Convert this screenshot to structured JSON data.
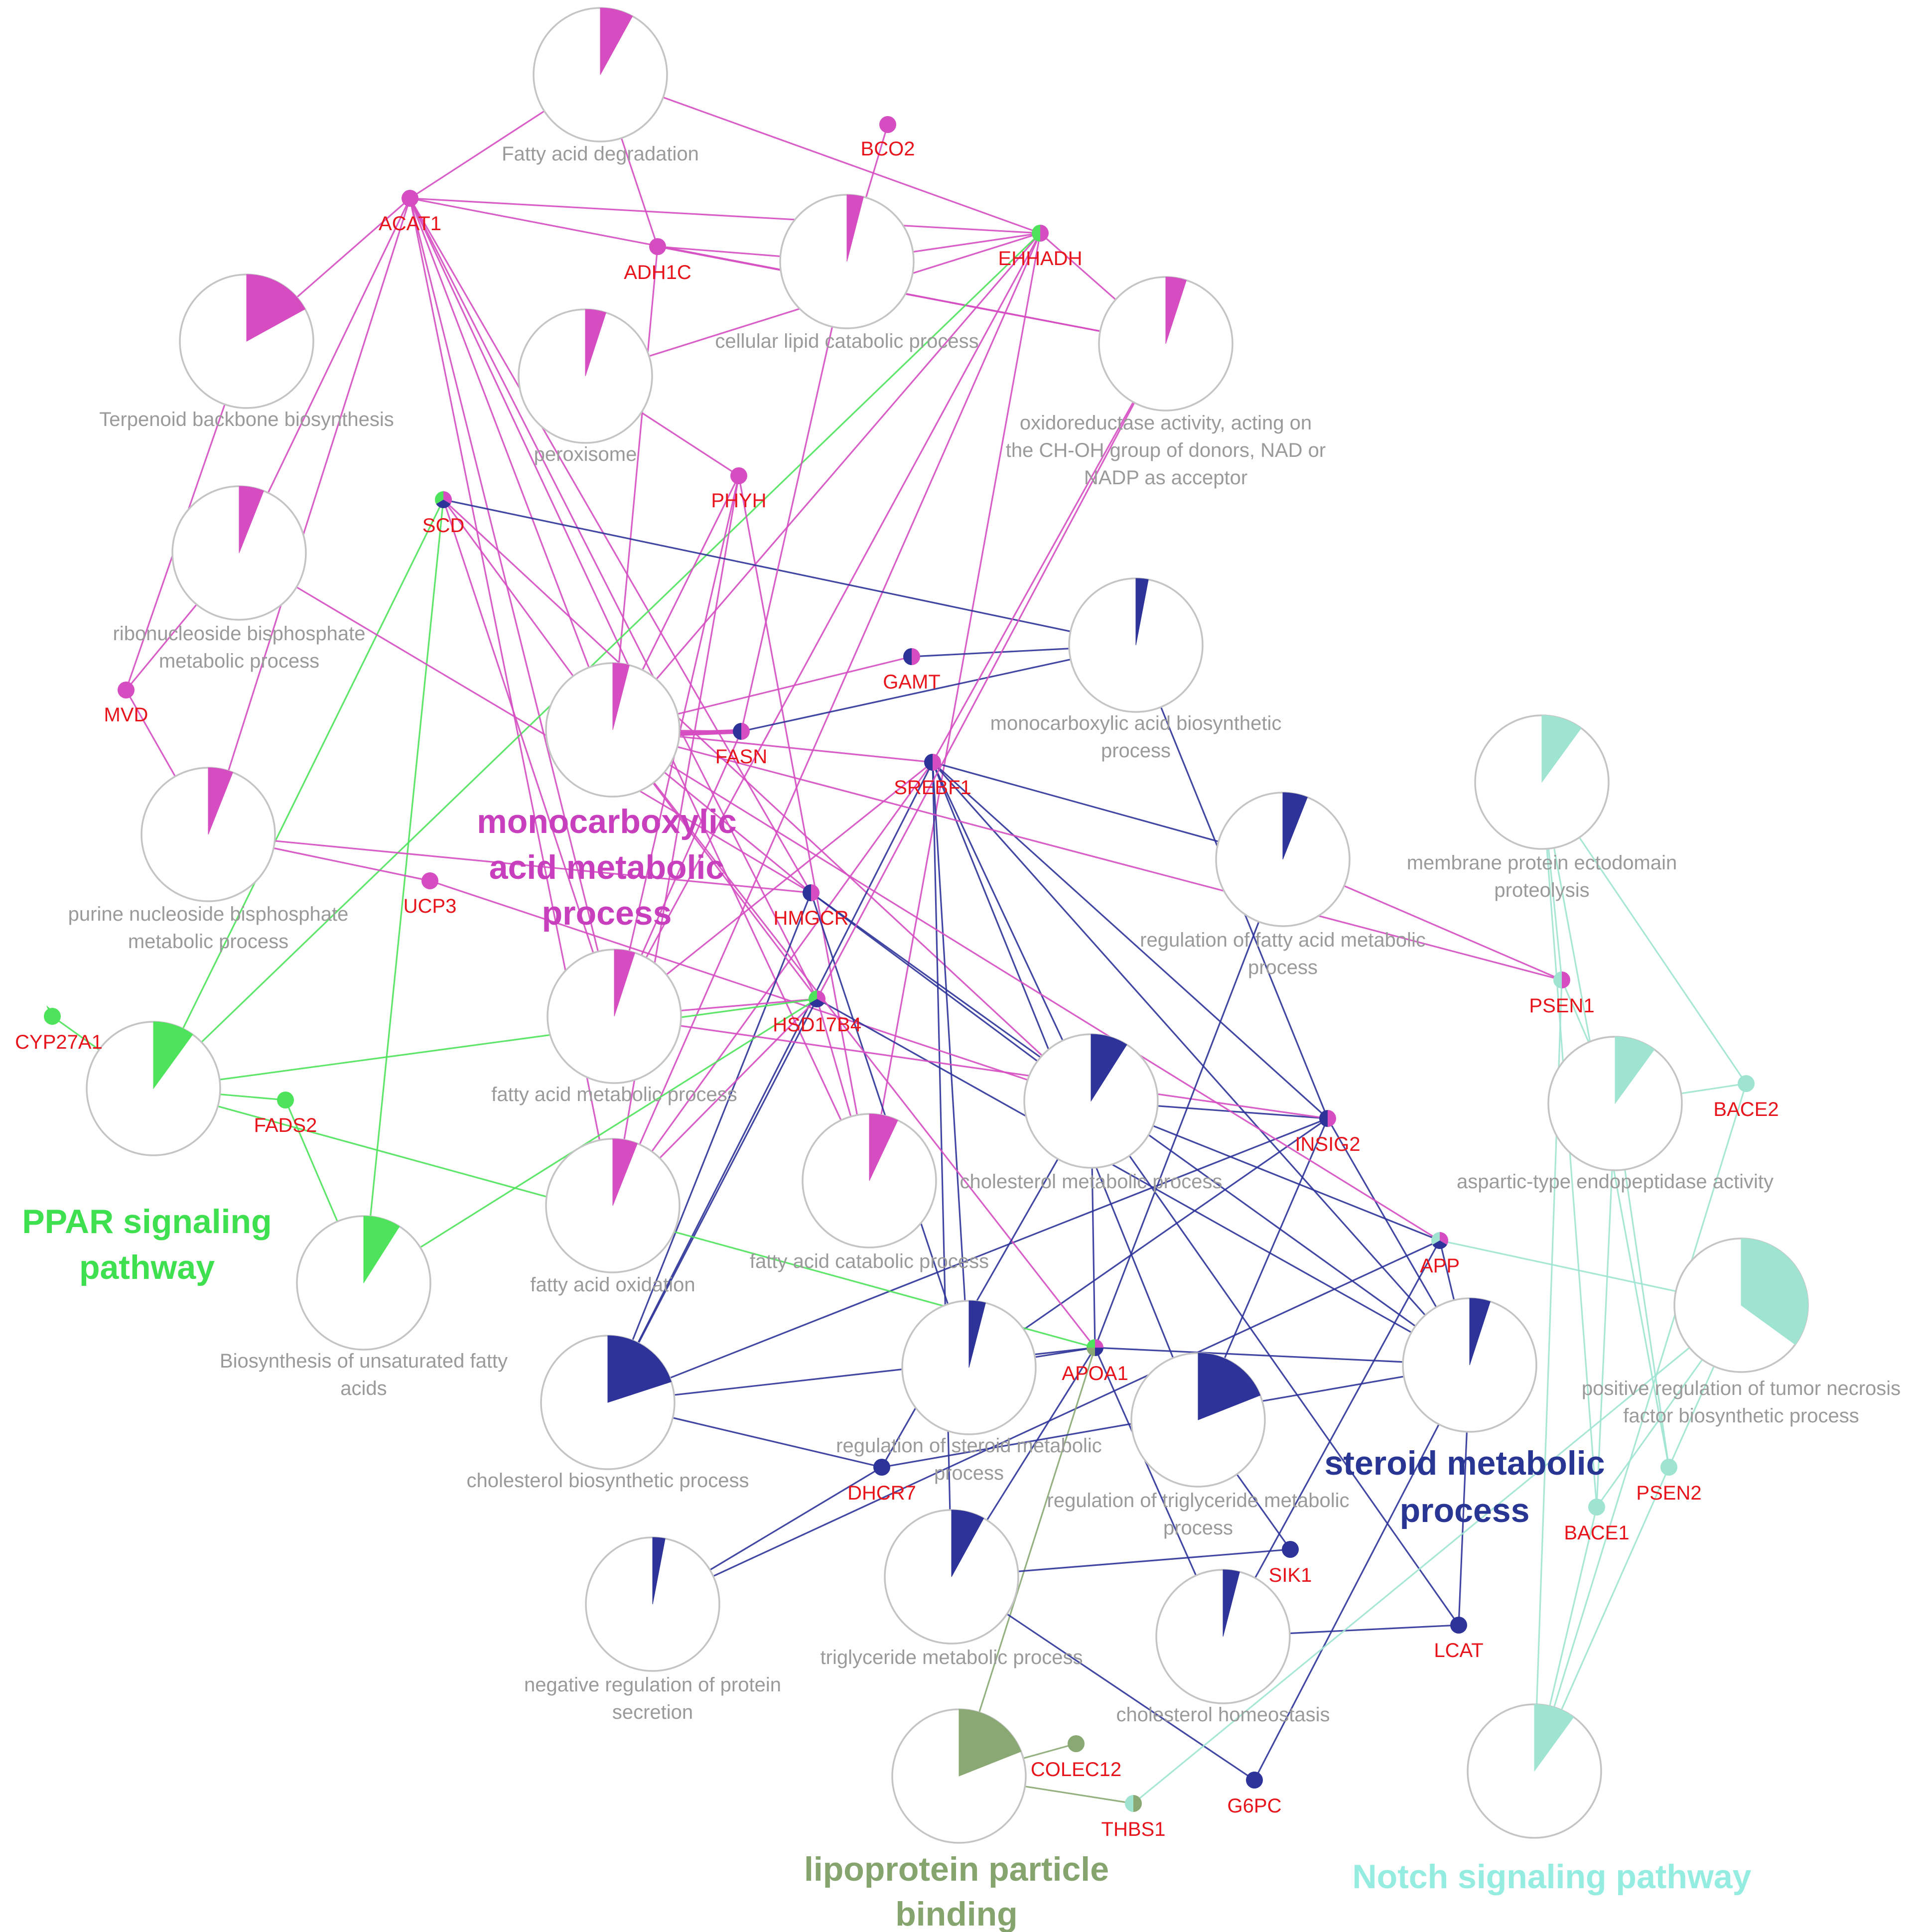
{
  "colors": {
    "magenta": "#d54dc1",
    "navy": "#2e3399",
    "green": "#4de35a",
    "olive": "#8aa873",
    "teal": "#9fe4d0",
    "gene_label": "#e8141c",
    "term_label": "#9a9a9a"
  },
  "clusters": [
    {
      "id": "mono",
      "lines": [
        "monocarboxylic",
        "acid metabolic",
        "process"
      ],
      "color": "#c83fbe"
    },
    {
      "id": "ppar",
      "lines": [
        "PPAR signaling",
        "pathway"
      ],
      "color": "#3fe04f"
    },
    {
      "id": "steroid",
      "lines": [
        "steroid metabolic",
        "process"
      ],
      "color": "#283593"
    },
    {
      "id": "lipo",
      "lines": [
        "lipoprotein particle",
        "binding"
      ],
      "color": "#86a46e"
    },
    {
      "id": "notch",
      "lines": [
        "Notch signaling pathway"
      ],
      "color": "#95ece0"
    }
  ],
  "terms": [
    {
      "id": "fad",
      "lines": [
        "Fatty acid degradation"
      ],
      "color": "magenta",
      "frac": 0.08
    },
    {
      "id": "terp",
      "lines": [
        "Terpenoid backbone biosynthesis"
      ],
      "color": "magenta",
      "frac": 0.17
    },
    {
      "id": "perox",
      "lines": [
        "peroxisome"
      ],
      "color": "magenta",
      "frac": 0.05
    },
    {
      "id": "cellcat",
      "lines": [
        "cellular lipid catabolic process"
      ],
      "color": "magenta",
      "frac": 0.04
    },
    {
      "id": "oxido",
      "lines": [
        "oxidoreductase activity, acting on",
        "the CH-OH group of donors, NAD or",
        "NADP as acceptor"
      ],
      "color": "magenta",
      "frac": 0.05
    },
    {
      "id": "ribo",
      "lines": [
        "ribonucleoside bisphosphate",
        "metabolic process"
      ],
      "color": "magenta",
      "frac": 0.06
    },
    {
      "id": "monoproc",
      "lines": [],
      "color": "magenta",
      "frac": 0.04
    },
    {
      "id": "purine",
      "lines": [
        "purine nucleoside bisphosphate",
        "metabolic process"
      ],
      "color": "magenta",
      "frac": 0.06
    },
    {
      "id": "fam",
      "lines": [
        "fatty acid metabolic process"
      ],
      "color": "magenta",
      "frac": 0.05
    },
    {
      "id": "fox",
      "lines": [
        "fatty acid oxidation"
      ],
      "color": "magenta",
      "frac": 0.06
    },
    {
      "id": "facat",
      "lines": [
        "fatty acid catabolic process"
      ],
      "color": "magenta",
      "frac": 0.07
    },
    {
      "id": "ppar",
      "lines": [],
      "color": "green",
      "frac": 0.1
    },
    {
      "id": "unsat",
      "lines": [
        "Biosynthesis of unsaturated fatty",
        "acids"
      ],
      "color": "green",
      "frac": 0.09
    },
    {
      "id": "monobio",
      "lines": [
        "monocarboxylic acid biosynthetic",
        "process"
      ],
      "color": "navy",
      "frac": 0.03
    },
    {
      "id": "regfa",
      "lines": [
        "regulation of fatty acid metabolic",
        "process"
      ],
      "color": "navy",
      "frac": 0.06
    },
    {
      "id": "chol",
      "lines": [
        "cholesterol metabolic process"
      ],
      "color": "navy",
      "frac": 0.09
    },
    {
      "id": "cholbio",
      "lines": [
        "cholesterol biosynthetic process"
      ],
      "color": "navy",
      "frac": 0.2
    },
    {
      "id": "regster",
      "lines": [
        "regulation of steroid metabolic",
        "process"
      ],
      "color": "navy",
      "frac": 0.04
    },
    {
      "id": "regtri",
      "lines": [
        "regulation of triglyceride metabolic",
        "process"
      ],
      "color": "navy",
      "frac": 0.19
    },
    {
      "id": "steroid",
      "lines": [],
      "color": "navy",
      "frac": 0.05
    },
    {
      "id": "negprot",
      "lines": [
        "negative regulation of protein",
        "secretion"
      ],
      "color": "navy",
      "frac": 0.03
    },
    {
      "id": "tri",
      "lines": [
        "triglyceride metabolic process"
      ],
      "color": "navy",
      "frac": 0.08
    },
    {
      "id": "cholhom",
      "lines": [
        "cholesterol homeostasis"
      ],
      "color": "navy",
      "frac": 0.04
    },
    {
      "id": "lipo",
      "lines": [],
      "color": "olive",
      "frac": 0.19
    },
    {
      "id": "memprot",
      "lines": [
        "membrane protein ectodomain",
        "proteolysis"
      ],
      "color": "teal",
      "frac": 0.1
    },
    {
      "id": "aspart",
      "lines": [
        "aspartic-type endopeptidase activity"
      ],
      "color": "teal",
      "frac": 0.1
    },
    {
      "id": "tnf",
      "lines": [
        "positive regulation of tumor necrosis",
        "factor biosynthetic process"
      ],
      "color": "teal",
      "frac": 0.35
    },
    {
      "id": "notch",
      "lines": [],
      "color": "teal",
      "frac": 0.1
    }
  ],
  "genes": [
    {
      "id": "BCO2",
      "label": "BCO2",
      "colors": [
        "magenta"
      ]
    },
    {
      "id": "ACAT1",
      "label": "ACAT1",
      "colors": [
        "magenta"
      ]
    },
    {
      "id": "ADH1C",
      "label": "ADH1C",
      "colors": [
        "magenta"
      ]
    },
    {
      "id": "EHHADH",
      "label": "EHHADH",
      "colors": [
        "magenta",
        "green"
      ]
    },
    {
      "id": "PHYH",
      "label": "PHYH",
      "colors": [
        "magenta"
      ]
    },
    {
      "id": "SCD",
      "label": "SCD",
      "colors": [
        "magenta",
        "navy",
        "green"
      ]
    },
    {
      "id": "MVD",
      "label": "MVD",
      "colors": [
        "magenta"
      ]
    },
    {
      "id": "GAMT",
      "label": "GAMT",
      "colors": [
        "magenta",
        "navy"
      ]
    },
    {
      "id": "FASN",
      "label": "FASN",
      "colors": [
        "magenta",
        "navy"
      ]
    },
    {
      "id": "SREBF1",
      "label": "SREBF1",
      "colors": [
        "magenta",
        "navy"
      ]
    },
    {
      "id": "UCP3",
      "label": "UCP3",
      "colors": [
        "magenta"
      ]
    },
    {
      "id": "HMGCR",
      "label": "HMGCR",
      "colors": [
        "magenta",
        "navy"
      ]
    },
    {
      "id": "HSD17B4",
      "label": "HSD17B4",
      "colors": [
        "magenta",
        "navy",
        "green"
      ]
    },
    {
      "id": "CYP27A1",
      "label": "CYP27A1",
      "colors": [
        "green"
      ]
    },
    {
      "id": "FADS2",
      "label": "FADS2",
      "colors": [
        "green"
      ]
    },
    {
      "id": "PSEN1",
      "label": "PSEN1",
      "colors": [
        "magenta",
        "teal"
      ]
    },
    {
      "id": "INSIG2",
      "label": "INSIG2",
      "colors": [
        "magenta",
        "navy"
      ]
    },
    {
      "id": "APP",
      "label": "APP",
      "colors": [
        "magenta",
        "navy",
        "teal"
      ]
    },
    {
      "id": "APOA1",
      "label": "APOA1",
      "colors": [
        "magenta",
        "navy",
        "olive",
        "green"
      ]
    },
    {
      "id": "DHCR7",
      "label": "DHCR7",
      "colors": [
        "navy"
      ]
    },
    {
      "id": "SIK1",
      "label": "SIK1",
      "colors": [
        "navy"
      ]
    },
    {
      "id": "LCAT",
      "label": "LCAT",
      "colors": [
        "navy"
      ]
    },
    {
      "id": "G6PC",
      "label": "G6PC",
      "colors": [
        "navy"
      ]
    },
    {
      "id": "COLEC12",
      "label": "COLEC12",
      "colors": [
        "olive"
      ]
    },
    {
      "id": "THBS1",
      "label": "THBS1",
      "colors": [
        "olive",
        "teal"
      ]
    },
    {
      "id": "BACE2",
      "label": "BACE2",
      "colors": [
        "teal"
      ]
    },
    {
      "id": "BACE1",
      "label": "BACE1",
      "colors": [
        "teal"
      ]
    },
    {
      "id": "PSEN2",
      "label": "PSEN2",
      "colors": [
        "teal"
      ]
    }
  ]
}
